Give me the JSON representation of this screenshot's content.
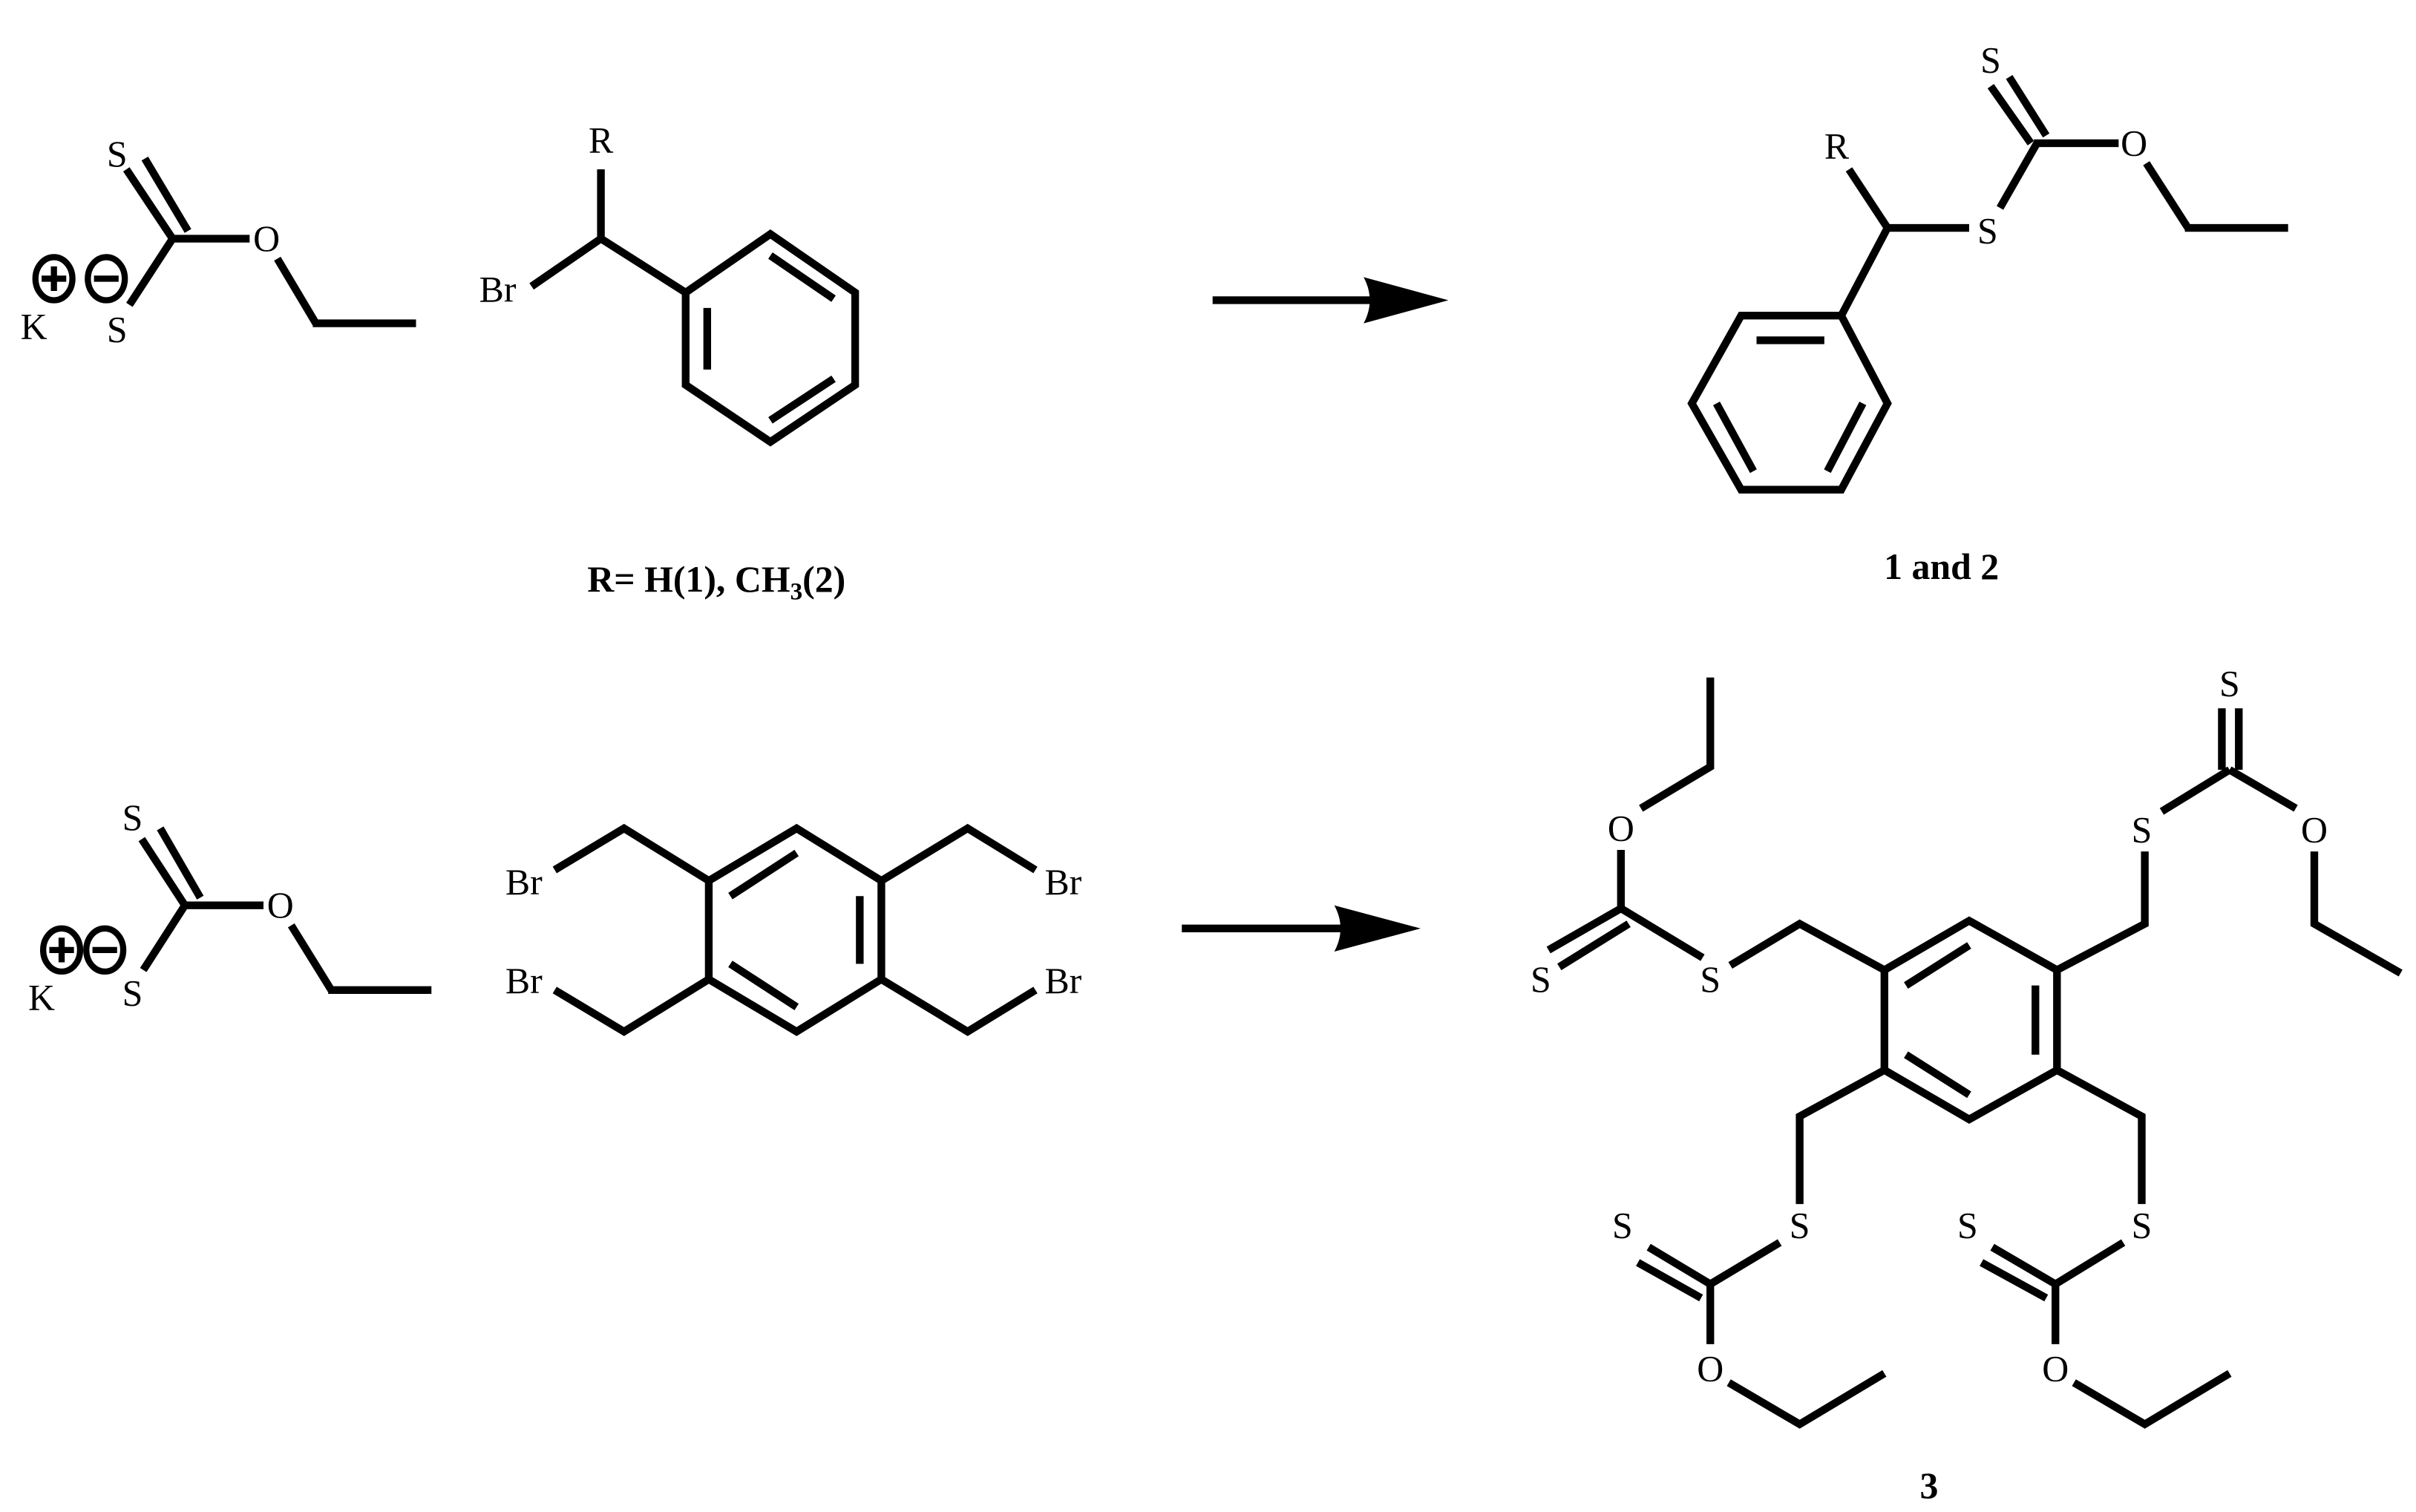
{
  "scheme": {
    "row1": {
      "reagent_xanthate": {
        "cation": "K",
        "cation_charge": "+",
        "anion_charge": "−",
        "atoms": {
          "s_double": "S",
          "s_anion": "S",
          "oxygen": "O"
        }
      },
      "reagent_benzyl_bromide": {
        "atoms": {
          "r_group": "R",
          "bromine": "Br"
        },
        "caption_main": "R= H(1), CH",
        "caption_sub": "3",
        "caption_tail": "(2)"
      },
      "arrow": "reaction-arrow",
      "product": {
        "atoms": {
          "s_double": "S",
          "s_thio": "S",
          "oxygen": "O",
          "r_group": "R"
        },
        "label": "1 and 2"
      }
    },
    "row2": {
      "reagent_xanthate": {
        "cation": "K",
        "cation_charge": "+",
        "anion_charge": "−",
        "atoms": {
          "s_double": "S",
          "s_anion": "S",
          "oxygen": "O"
        }
      },
      "reagent_tetrakis_bromomethyl_benzene": {
        "atoms": {
          "br_top_left": "Br",
          "br_top_right": "Br",
          "br_bottom_left": "Br",
          "br_bottom_right": "Br"
        }
      },
      "arrow": "reaction-arrow",
      "product": {
        "atoms": {
          "tl_s_double": "S",
          "tl_s_thio": "S",
          "tl_oxygen": "O",
          "tr_s_double": "S",
          "tr_s_thio": "S",
          "tr_oxygen": "O",
          "bl_s_double": "S",
          "bl_s_thio": "S",
          "bl_oxygen": "O",
          "br_s_double": "S",
          "br_s_thio": "S",
          "br_oxygen": "O"
        },
        "label": "3"
      }
    }
  }
}
